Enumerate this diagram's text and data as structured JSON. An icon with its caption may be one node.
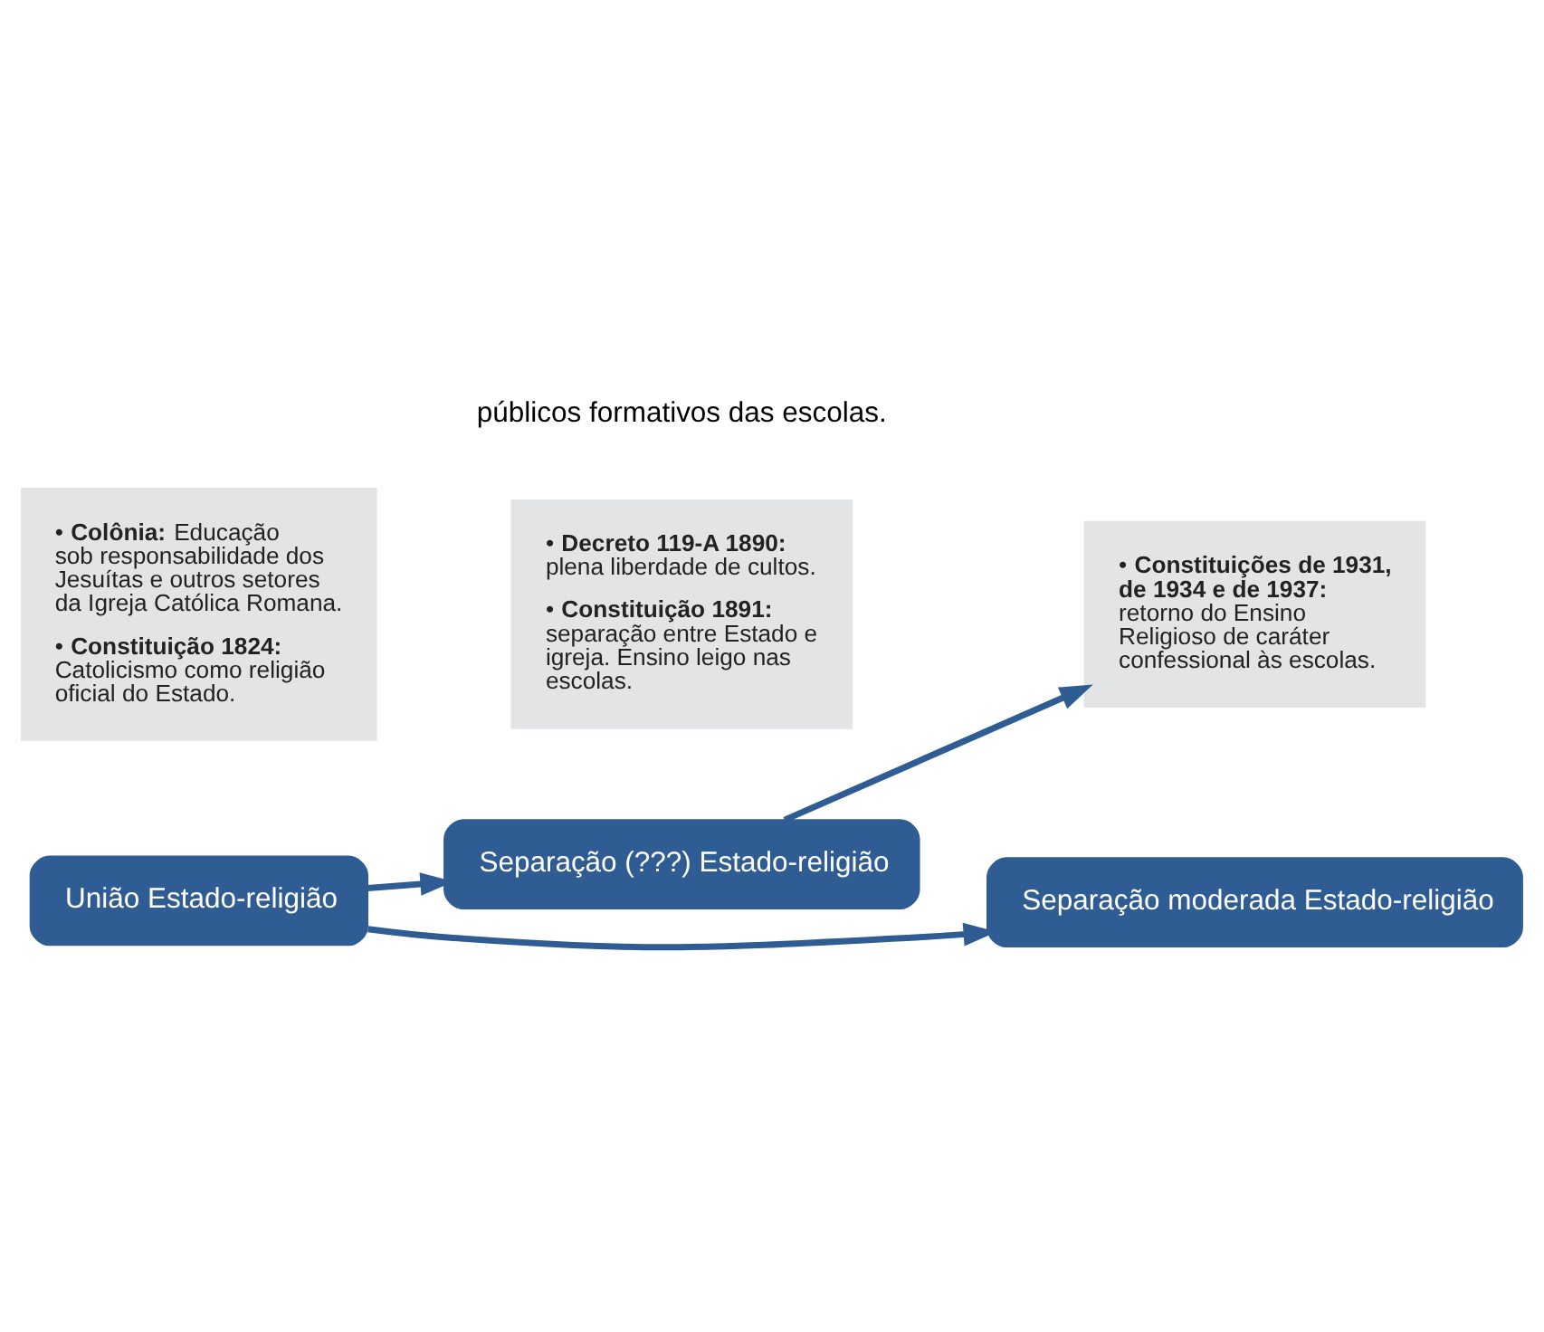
{
  "diagram": {
    "nodes": [
      {
        "text": [
          "• **Colônia:** Educação sob responsabilidade dos Jesuítas e outros setores da Igreja Católica Romana.",
          "• **Constituição 1824:** Catolicismo como religião oficial do Estado."
        ]
      },
      {
        "text": [
          "União Estado-religião"
        ]
      },
      {
        "text": [
          "Separação (???) Estado-religião"
        ]
      },
      {
        "text": [
          "• **Decreto 119-A 1890:** plena liberdade de cultos.",
          "• **Constituição 1891:** separação entre Estado e igreja. Ensino leigo nas escolas."
        ]
      },
      {
        "text": [
          "• **Constituições de 1931, de 1934 e de 1937:** retorno do Ensino Religioso de caráter confessional às escolas."
        ]
      },
      {
        "text": [
          "Separação moderada Estado-religião"
        ]
      }
    ],
    "edges": [
      {
        "from": 1,
        "to": 2,
        "arrow": "to"
      },
      {
        "from": 1,
        "to": 5,
        "arrow": "to"
      },
      {
        "from": 2,
        "to": 4,
        "arrow": "to"
      }
    ],
    "labels": [
      "públicos formativos das escolas."
    ]
  }
}
